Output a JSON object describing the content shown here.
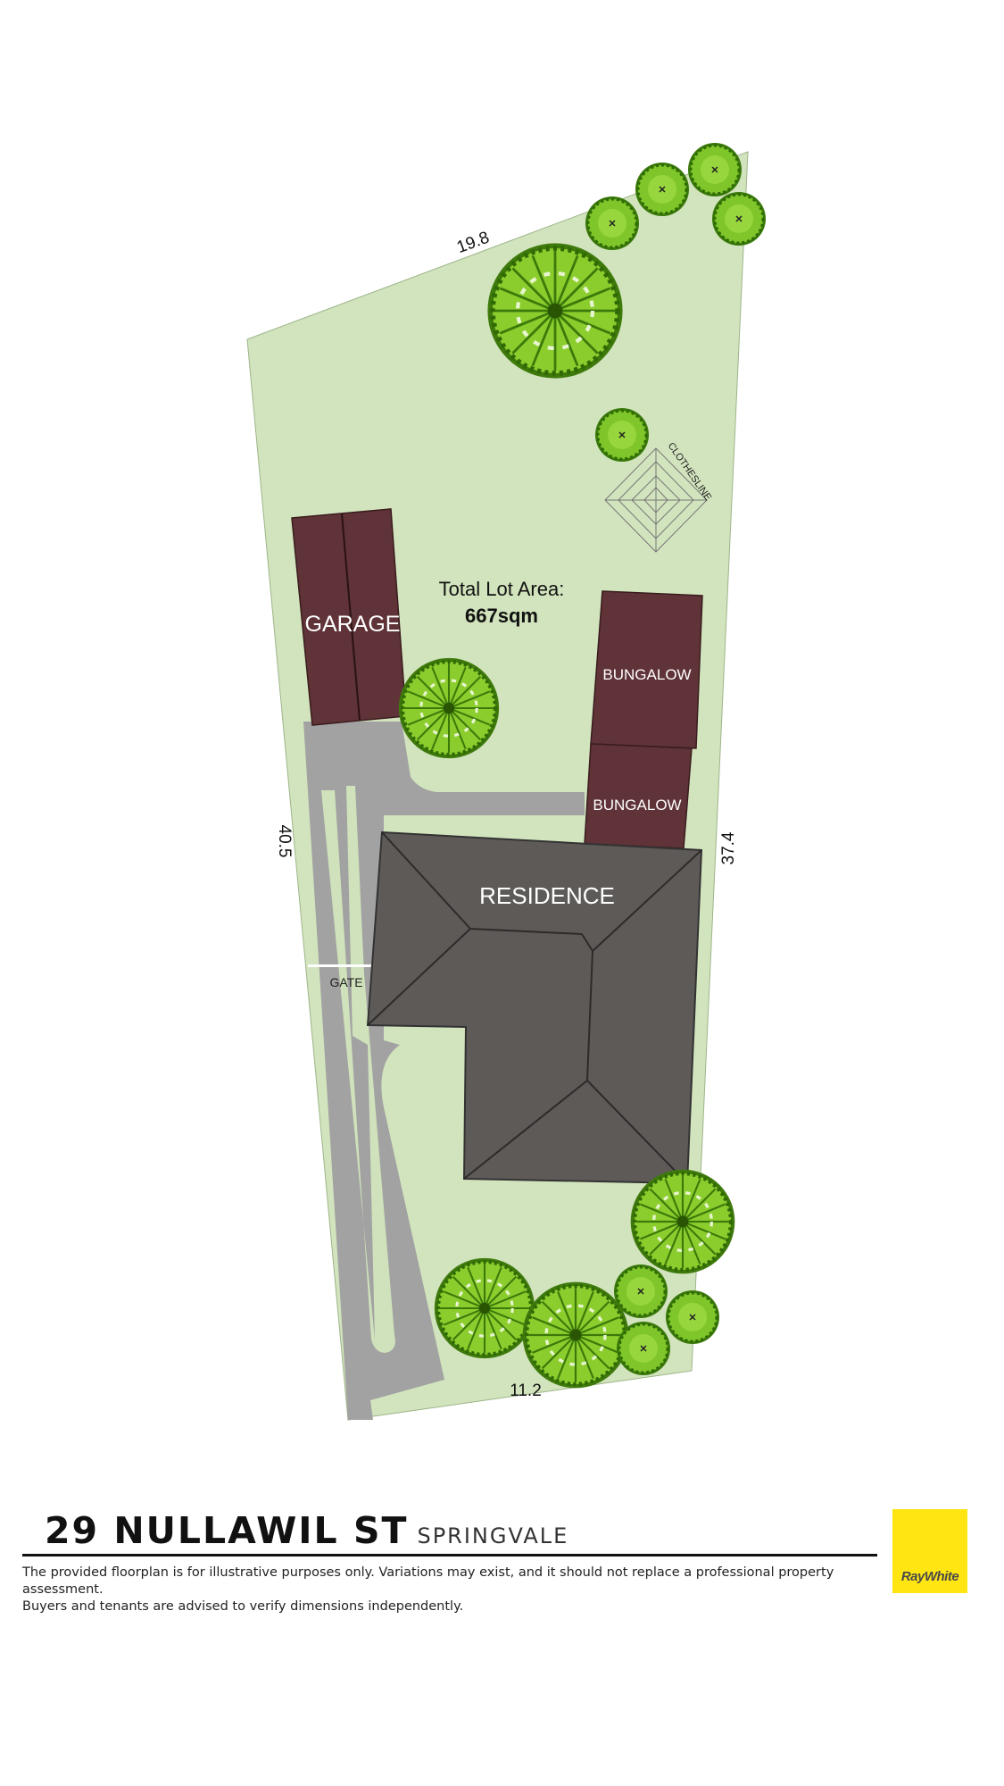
{
  "plan": {
    "total_lot_area_label": "Total Lot Area:",
    "total_lot_area_value": "667sqm",
    "labels": {
      "garage": "GARAGE",
      "bungalow_upper": "BUNGALOW",
      "bungalow_lower": "BUNGALOW",
      "residence": "RESIDENCE",
      "gate": "GATE",
      "clothesline": "CLOTHESLINE"
    },
    "dimensions": {
      "top": "19.8",
      "left": "40.5",
      "right": "37.4",
      "bottom": "11.2"
    }
  },
  "footer": {
    "street": "29 NULLAWIL ST",
    "suburb": "SPRINGVALE",
    "disclaimer_line1": "The provided floorplan is for illustrative purposes only. Variations may exist, and it should not replace a professional property assessment.",
    "disclaimer_line2": "Buyers and tenants are advised to verify dimensions independently.",
    "logo_text": "RayWhite"
  },
  "colors": {
    "lawn": "#d2e4bd",
    "building": "#5f3337",
    "residence": "#5e5a58",
    "driveway": "#a2a2a2",
    "tree": "#7cc42b",
    "brand_yellow": "#ffe512"
  }
}
